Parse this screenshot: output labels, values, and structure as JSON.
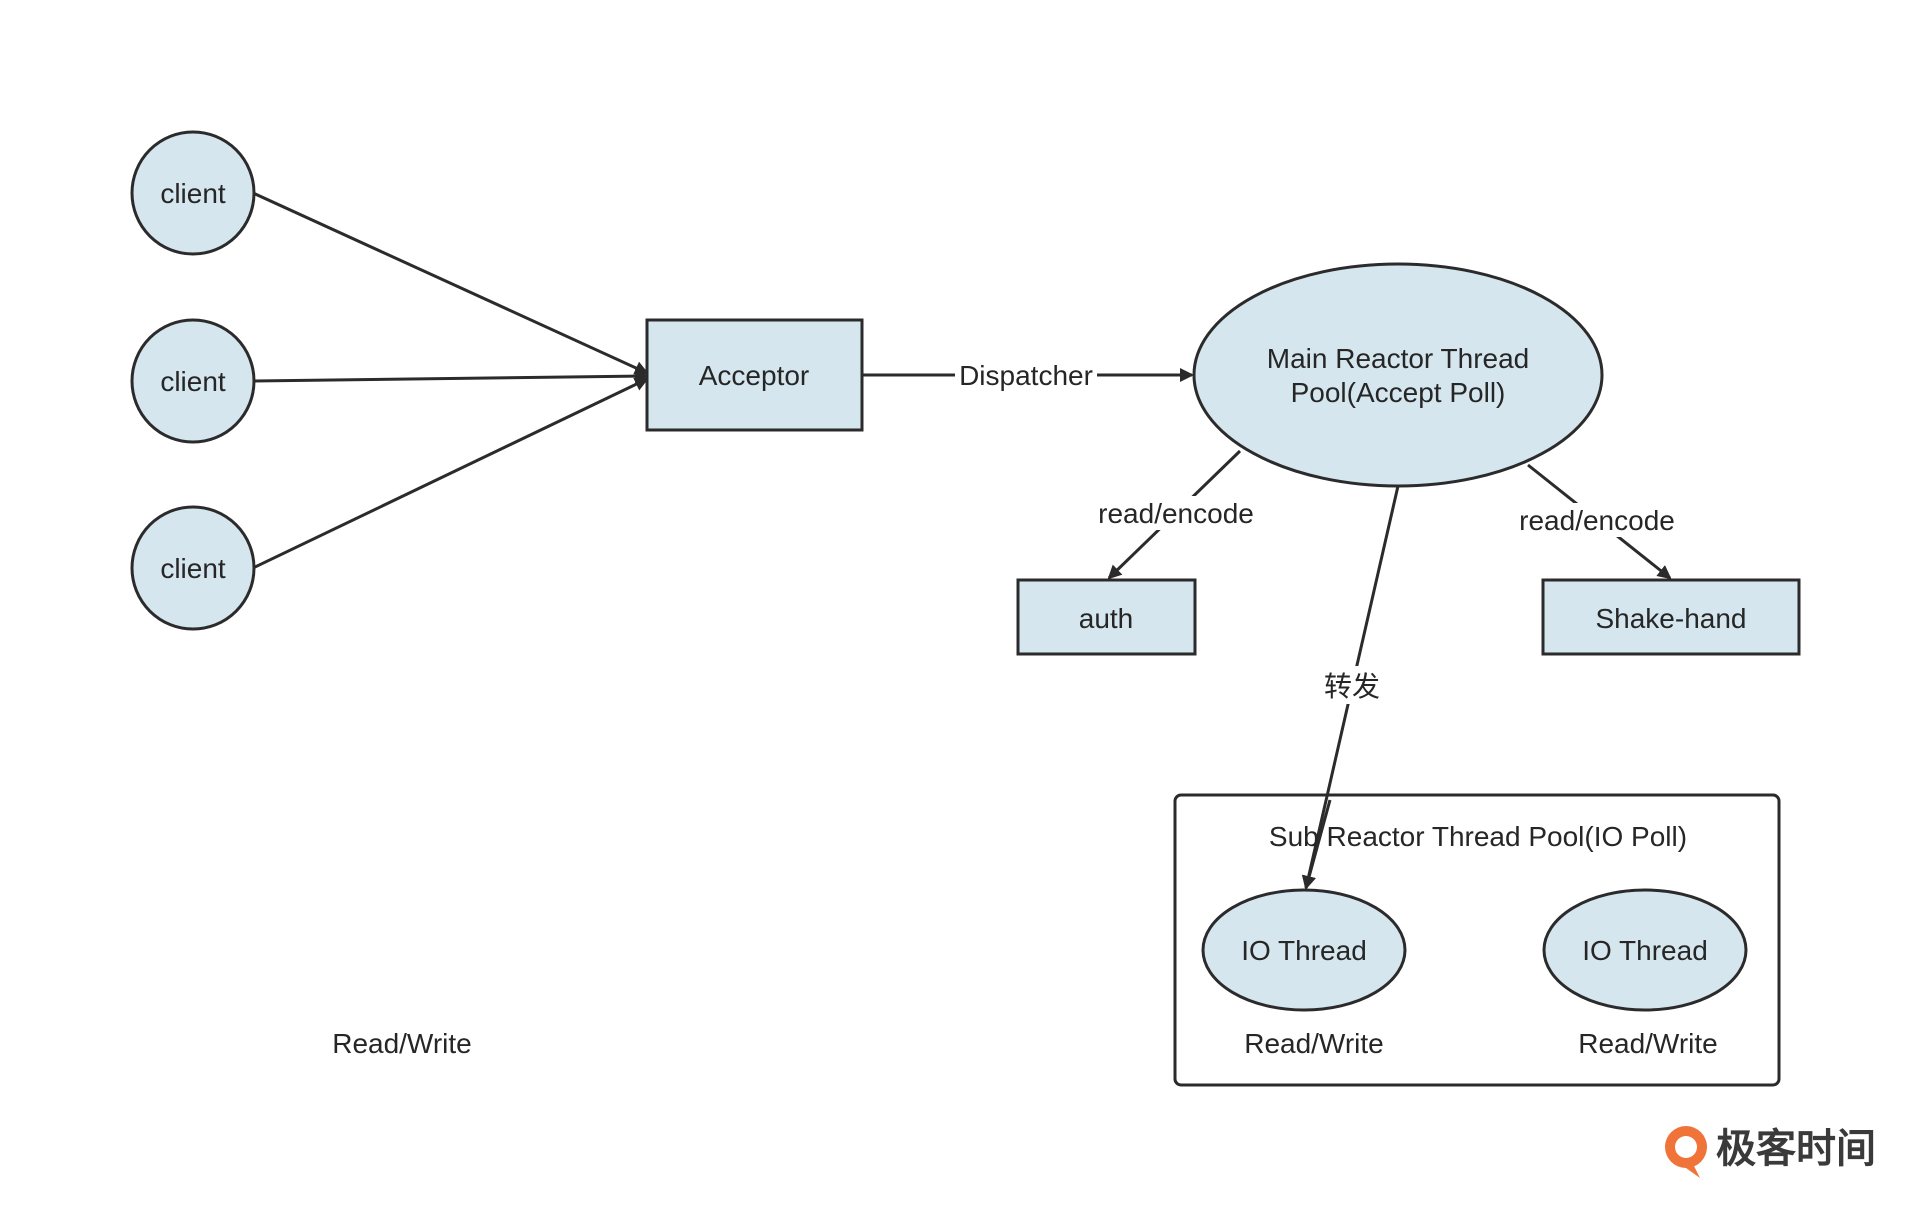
{
  "nodes": {
    "client_1": "client",
    "client_2": "client",
    "client_3": "client",
    "acceptor": "Acceptor",
    "main_reactor_line1": "Main Reactor Thread",
    "main_reactor_line2": "Pool(Accept Poll)",
    "auth": "auth",
    "shake_hand": "Shake-hand",
    "sub_reactor_title": "Sub Reactor Thread Pool(IO Poll)",
    "io_thread_1": "IO Thread",
    "io_thread_2": "IO Thread"
  },
  "edge_labels": {
    "dispatcher": "Dispatcher",
    "read_encode_left": "read/encode",
    "read_encode_right": "read/encode",
    "forward": "转发"
  },
  "annotations": {
    "read_write_left": "Read/Write",
    "read_write_io1": "Read/Write",
    "read_write_io2": "Read/Write"
  },
  "brand": {
    "name": "极客时间",
    "accent": "#f0743a"
  },
  "colors": {
    "node_fill": "#d5e6ef",
    "stroke": "#2b2b2b"
  }
}
